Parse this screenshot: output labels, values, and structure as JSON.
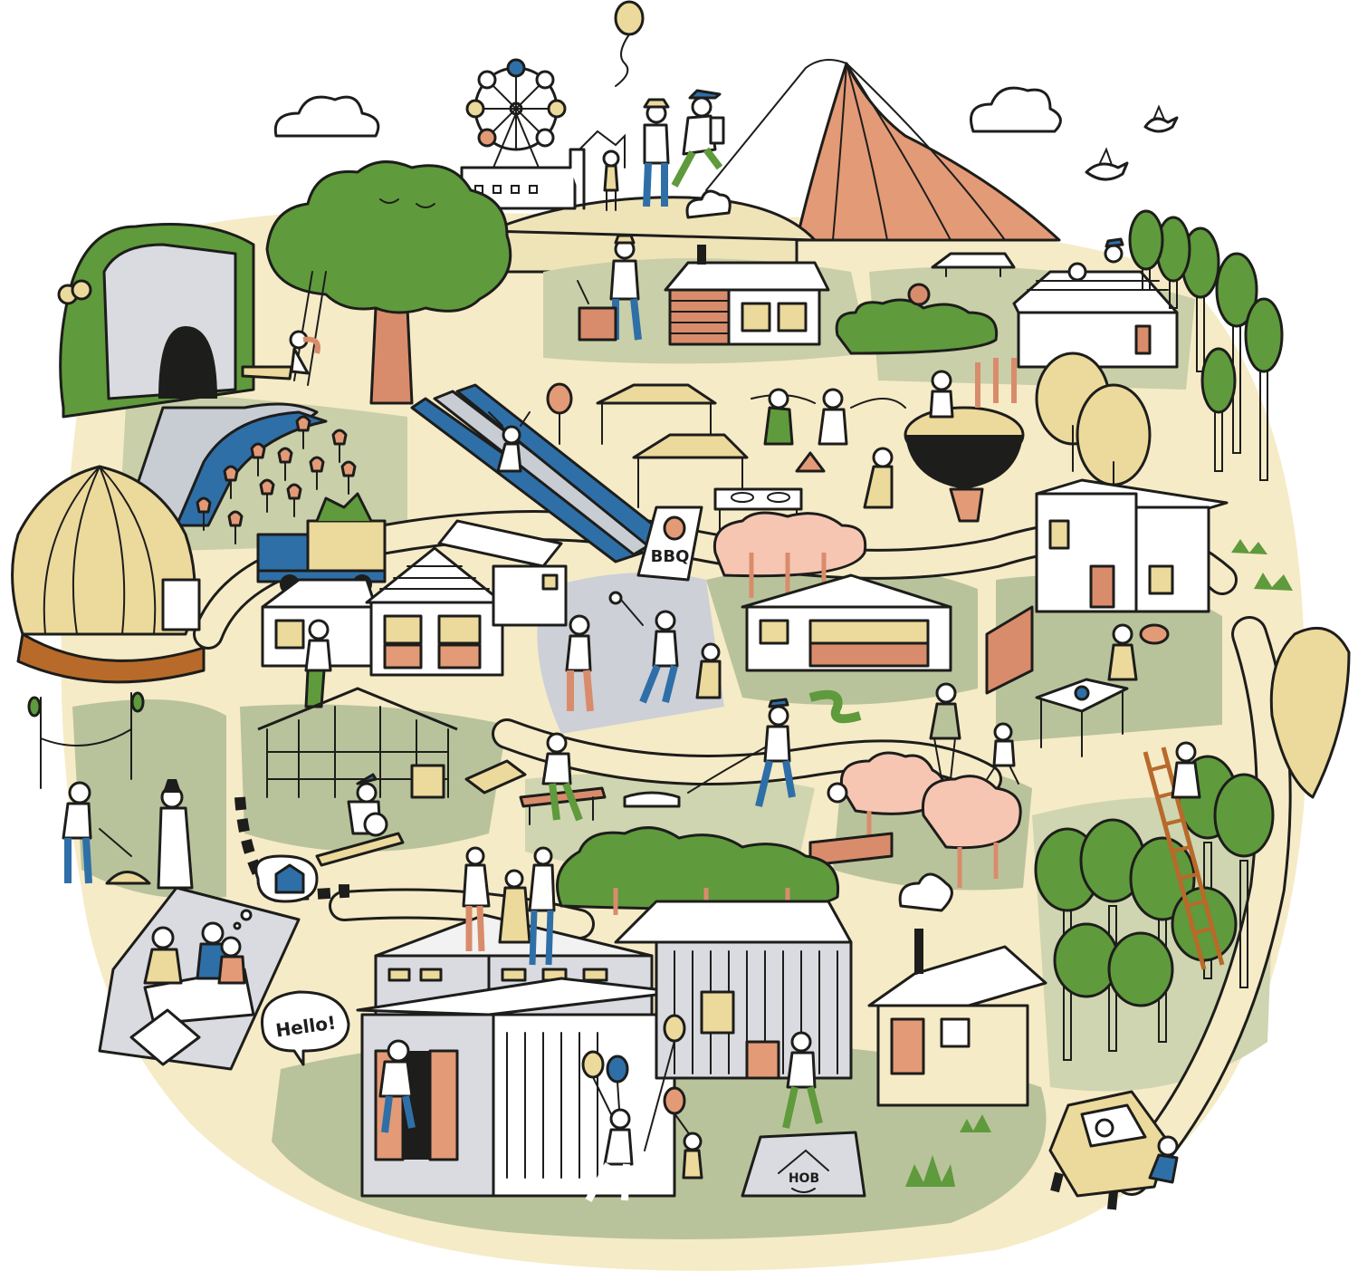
{
  "signs": {
    "bbq": "BBQ",
    "hob": "HOB"
  },
  "speech": {
    "hello": "Hello!"
  },
  "colors": {
    "path": "#f6ebc7",
    "grass": "#b9c39b",
    "tree": "#5f9a3c",
    "trunk": "#d98c6b",
    "mountain": "#e39a76",
    "onion": "#ecd99c",
    "river": "#2f6fa8",
    "blossom": "#f6c6b3",
    "ink": "#1d1d1b"
  },
  "icons": [
    "balloon-icon",
    "bird-icon",
    "cloud-icon",
    "onion-icon",
    "ferris-wheel-icon",
    "car-icon",
    "truck-icon"
  ]
}
